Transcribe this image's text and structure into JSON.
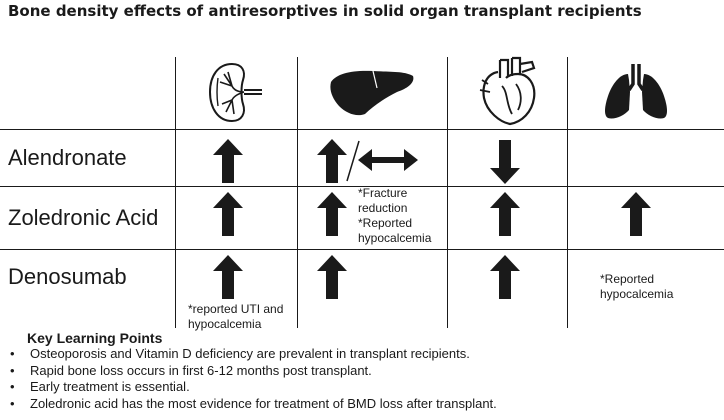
{
  "title": "Bone density effects of antiresorptives in solid organ transplant recipients",
  "columns": [
    {
      "organ": "kidney",
      "icon": "kidney-icon"
    },
    {
      "organ": "liver",
      "icon": "liver-icon"
    },
    {
      "organ": "heart",
      "icon": "heart-icon"
    },
    {
      "organ": "lungs",
      "icon": "lungs-icon"
    }
  ],
  "rows": [
    {
      "drug": "Alendronate",
      "effects": [
        "up",
        "up-or-neutral",
        "down",
        "none"
      ],
      "notes": [
        "",
        "",
        "",
        ""
      ]
    },
    {
      "drug": "Zoledronic Acid",
      "effects": [
        "up",
        "up",
        "up",
        "up"
      ],
      "notes": [
        "",
        "*Fracture reduction\n*Reported hypocalcemia",
        "",
        ""
      ]
    },
    {
      "drug": "Denosumab",
      "effects": [
        "up",
        "up",
        "up",
        "none"
      ],
      "notes": [
        "*reported UTI and hypocalcemia",
        "",
        "",
        "*Reported hypocalcemia"
      ]
    }
  ],
  "notes": {
    "fracture": "*Fracture reduction",
    "zol_hypo": "*Reported hypocalcemia",
    "deno_kidney_1": "*reported UTI and",
    "deno_kidney_2": "hypocalcemia",
    "deno_lung_1": "*Reported",
    "deno_lung_2": "hypocalcemia",
    "fracture_1": "*Fracture",
    "fracture_2": "reduction",
    "zol_hypo_1": "*Reported",
    "zol_hypo_2": "hypocalcemia"
  },
  "key_learning_points": {
    "heading": "Key Learning Points",
    "items": [
      "Osteoporosis and Vitamin D deficiency are prevalent in transplant recipients.",
      "Rapid bone loss occurs in first 6-12 months post transplant.",
      "Early treatment is essential.",
      "Zoledronic acid has the most evidence for treatment of BMD loss after transplant."
    ]
  },
  "colors": {
    "ink": "#1a1a1a",
    "background": "#ffffff"
  }
}
